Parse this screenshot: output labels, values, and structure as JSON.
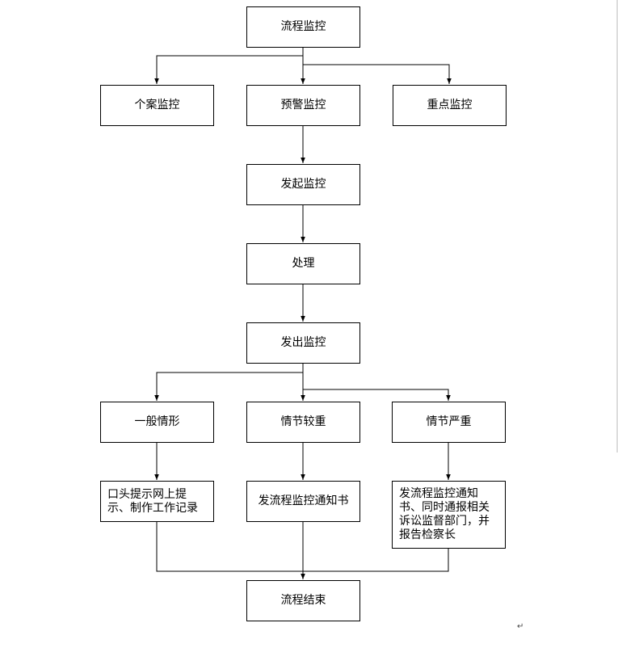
{
  "nodes": {
    "start": "流程监控",
    "case": "个案监控",
    "warning": "预警监控",
    "key": "重点监控",
    "initiate": "发起监控",
    "process": "处理",
    "issue": "发出监控",
    "general": "一般情形",
    "serious": "情节较重",
    "severe": "情节严重",
    "action_general": "口头提示网上提示、制作工作记录",
    "action_serious": "发流程监控通知书",
    "action_severe": "发流程监控通知书、同时通报相关诉讼监督部门，并报告检察长",
    "end": "流程结束"
  },
  "paragraph_mark": "↵"
}
